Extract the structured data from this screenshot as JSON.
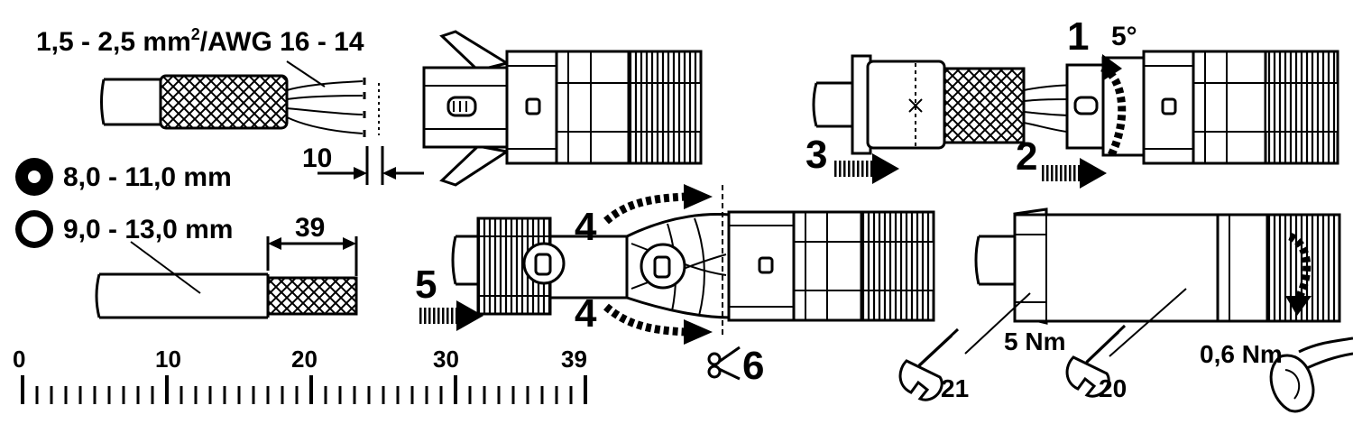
{
  "labels": {
    "wire_spec": "1,5 - 2,5 mm",
    "wire_spec_sup": "2",
    "wire_spec_awg": "/AWG 16 - 14",
    "strip_len": "10",
    "seal_small": "8,0 - 11,0 mm",
    "seal_large": "9,0 - 13,0 mm",
    "jacket_len": "39",
    "angle": "5°",
    "torque_body": "5 Nm",
    "torque_nut": "0,6 Nm",
    "wrench_body": "21",
    "wrench_nut": "20"
  },
  "steps": {
    "s1": "1",
    "s2": "2",
    "s3": "3",
    "s4a": "4",
    "s4b": "4",
    "s5": "5",
    "s6": "6"
  },
  "ruler": {
    "ticks": [
      "0",
      "10",
      "20",
      "30",
      "39"
    ]
  }
}
